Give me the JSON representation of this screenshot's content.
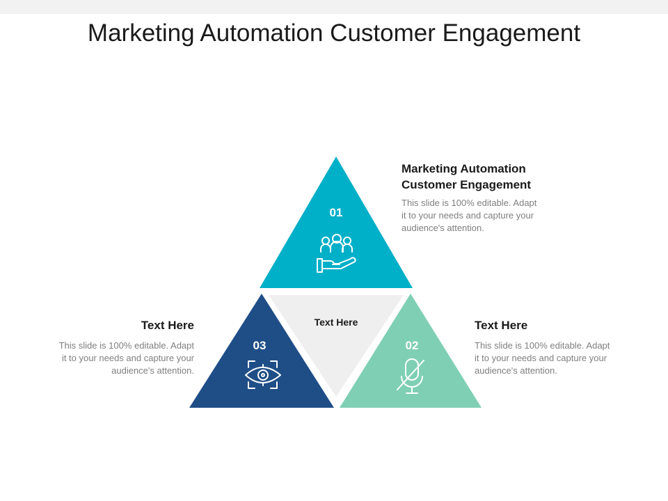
{
  "title": "Marketing Automation Customer Engagement",
  "center": {
    "label": "Text Here"
  },
  "segments": [
    {
      "number": "01",
      "color": "#00afc8",
      "icon": "customer-hand-icon",
      "heading_line1": "Marketing Automation",
      "heading_line2": "Customer Engagement",
      "body_line1": "This slide is 100% editable. Adapt",
      "body_line2": "it to your needs and capture your",
      "body_line3": "audience's attention."
    },
    {
      "number": "02",
      "color": "#7fcfb5",
      "icon": "microphone-muted-icon",
      "heading": "Text Here",
      "body_line1": "This slide is 100% editable. Adapt",
      "body_line2": "it to your needs and capture your",
      "body_line3": "audience's attention."
    },
    {
      "number": "03",
      "color": "#1f4e87",
      "icon": "eye-target-icon",
      "heading": "Text Here",
      "body_line1": "This slide is 100% editable. Adapt",
      "body_line2": "it to your needs and capture your",
      "body_line3": "audience's attention."
    }
  ]
}
